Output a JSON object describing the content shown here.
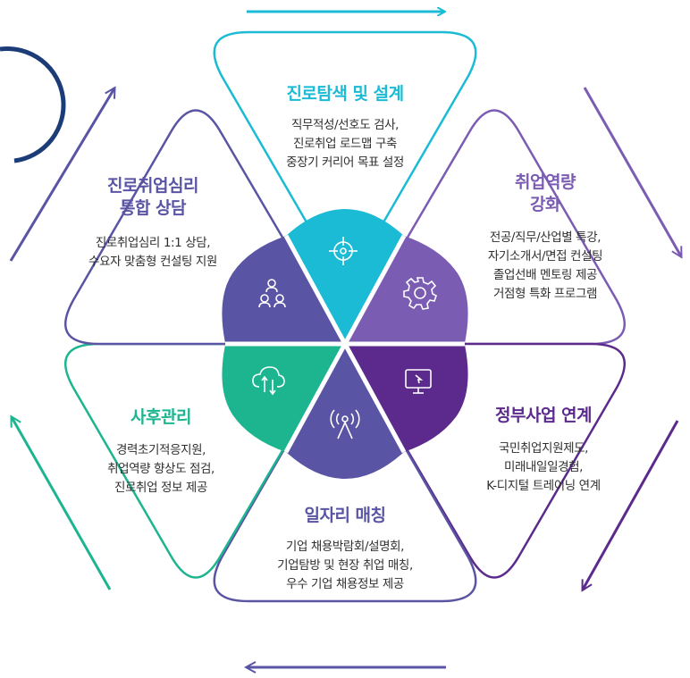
{
  "colors": {
    "cyan": "#1bbbd6",
    "purple": "#7a5cb3",
    "dark_purple": "#5b2a8c",
    "indigo": "#5a54a4",
    "green": "#1cb58f",
    "navy": "#1c3c78"
  },
  "sections": [
    {
      "id": "career-exploration",
      "title": "진로탐색 및 설계",
      "icon": "target-icon",
      "color": "#1bbbd6",
      "lines": [
        "직무적성/선호도 검사,",
        "진로취업 로드맵 구축",
        "중장기 커리어 목표 설정"
      ]
    },
    {
      "id": "competency",
      "title_lines": [
        "취업역량",
        "강화"
      ],
      "icon": "gear-icon",
      "color": "#7a5cb3",
      "lines": [
        "전공/직무/산업별 특강,",
        "자기소개서/면접 컨설팅",
        "졸업선배 멘토링 제공",
        "거점형 특화 프로그램"
      ]
    },
    {
      "id": "government",
      "title": "정부사업 연계",
      "icon": "monitor-icon",
      "color": "#5b2a8c",
      "lines": [
        "국민취업지원제도,",
        "미래내일일경험,",
        "K-디지털 트레이닝 연계"
      ]
    },
    {
      "id": "job-matching",
      "title": "일자리 매칭",
      "icon": "broadcast-icon",
      "color": "#5a54a4",
      "lines": [
        "기업 채용박람회/설명회,",
        "기업탐방 및 현장 취업 매칭,",
        "우수 기업 채용정보 제공"
      ]
    },
    {
      "id": "follow-up",
      "title": "사후관리",
      "icon": "cloud-sync-icon",
      "color": "#1cb58f",
      "lines": [
        "경력초기적응지원,",
        "취업역량 향상도 점검,",
        "진로취업 정보 제공"
      ]
    },
    {
      "id": "counseling",
      "title_lines": [
        "진로취업심리",
        "통합 상담"
      ],
      "icon": "people-network-icon",
      "color": "#5a54a4",
      "lines": [
        "진로취업심리 1:1 상담,",
        "수요자 맞춤형 컨설팅 지원"
      ]
    }
  ]
}
